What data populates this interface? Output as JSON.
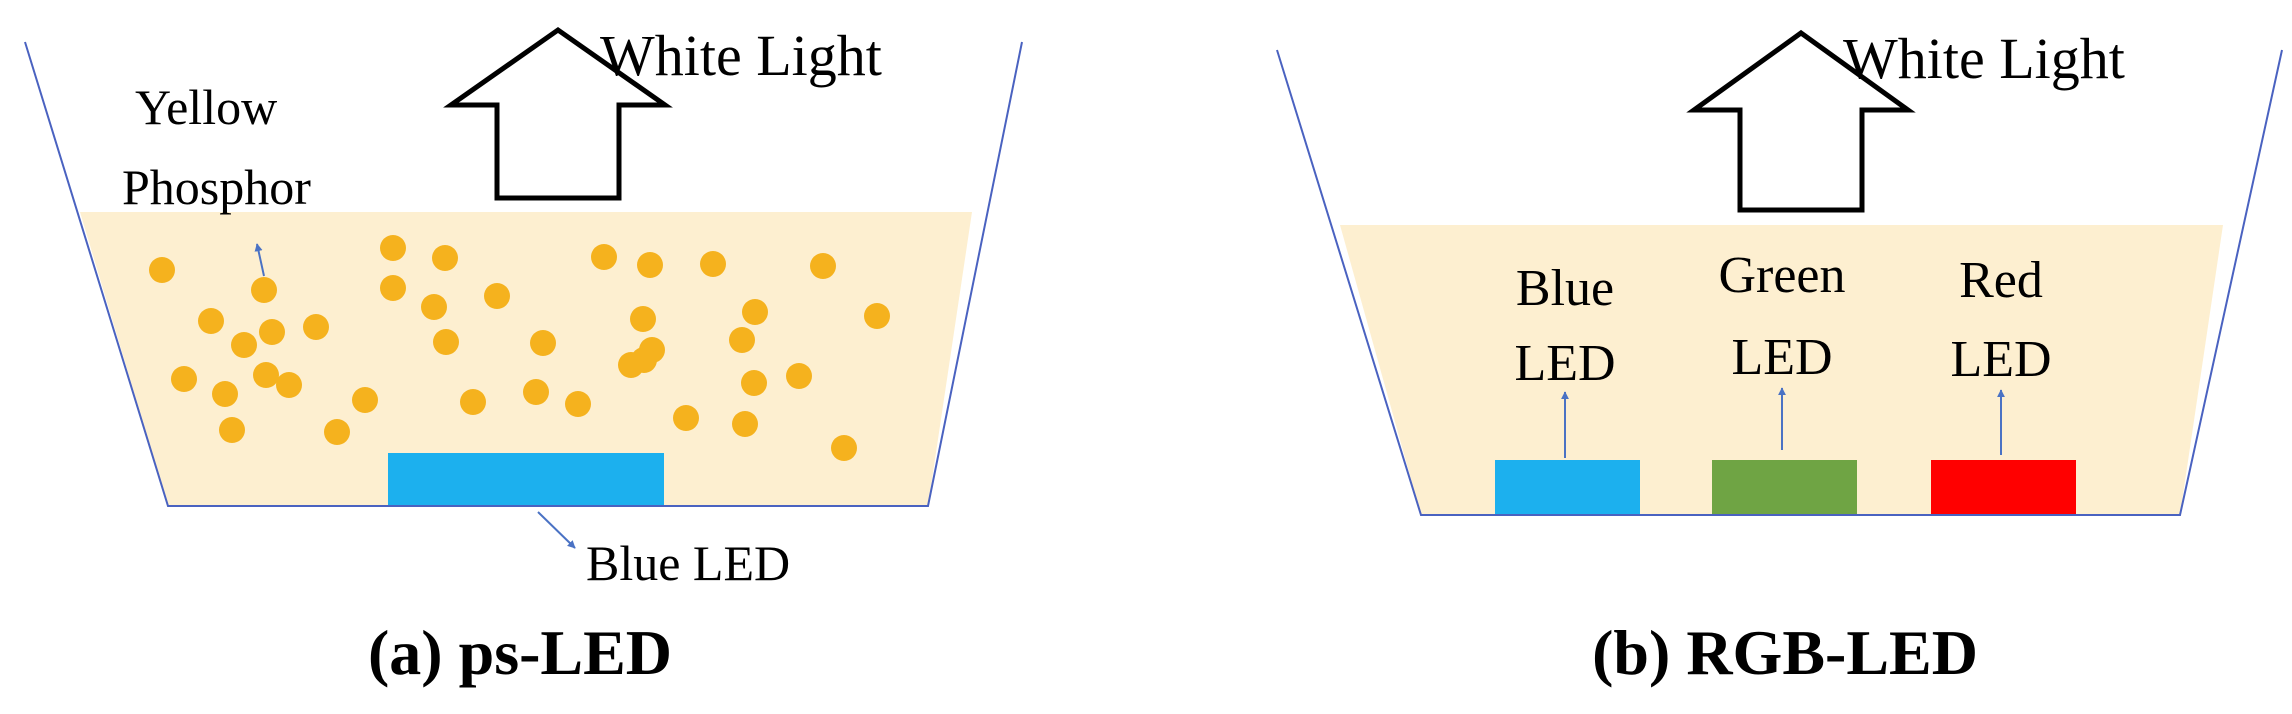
{
  "panels": {
    "a": {
      "caption": "(a) ps-LED",
      "white_light": "White Light",
      "phosphor_label_line1": "Yellow",
      "phosphor_label_line2": "Phosphor",
      "led_label": "Blue LED"
    },
    "b": {
      "caption": "(b) RGB-LED",
      "white_light": "White Light",
      "leds": [
        {
          "line1": "Blue",
          "line2": "LED"
        },
        {
          "line1": "Green",
          "line2": "LED"
        },
        {
          "line1": "Red",
          "line2": "LED"
        }
      ]
    }
  },
  "colors": {
    "phosphor_fill": "#FDEFD0",
    "phosphor_dot": "#F5B21E",
    "blue_led": "#1CB0EE",
    "green_led": "#6FA444",
    "red_led": "#FF0000",
    "cup_outline": "#4A62C0",
    "pointer_arrow": "#4A72C4"
  }
}
